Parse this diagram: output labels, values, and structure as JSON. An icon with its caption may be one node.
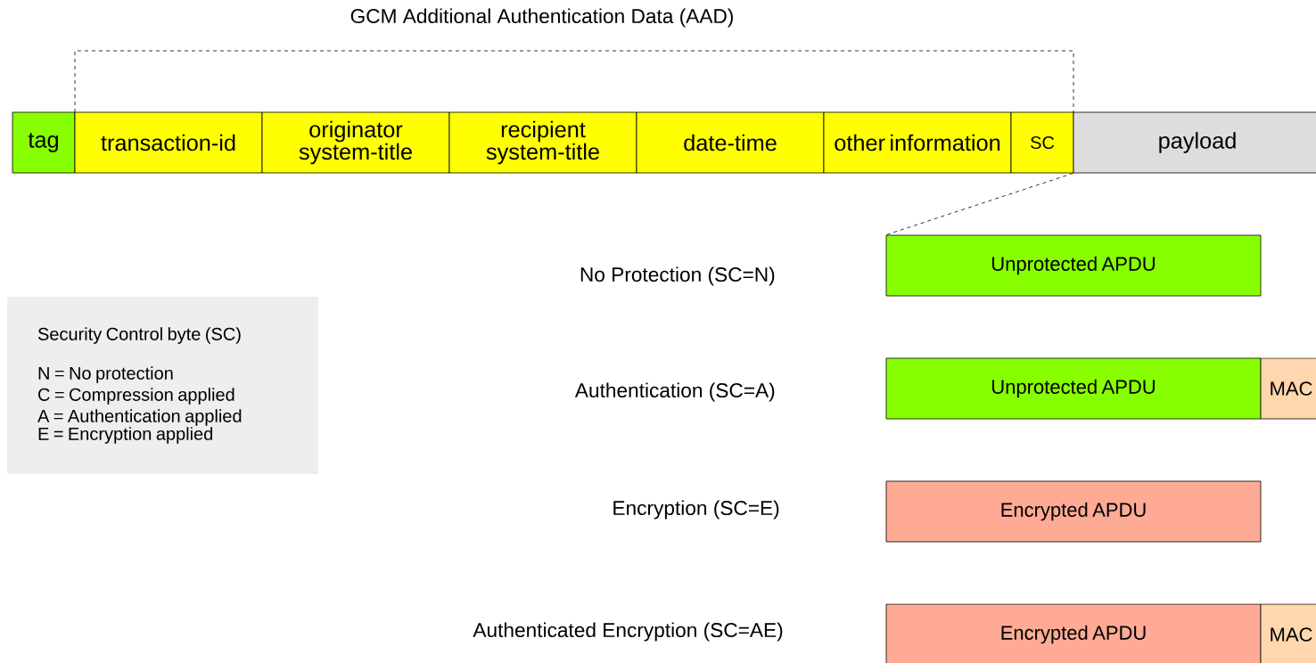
{
  "diagram": {
    "title": "GCM Additional Authentication Data (AAD)",
    "nodes": [
      {
        "text": [
          "tag"
        ]
      },
      {
        "text": [
          "transaction-id"
        ]
      },
      {
        "text": [
          "originator system-title"
        ]
      },
      {
        "text": [
          "recipient system-title"
        ]
      },
      {
        "text": [
          "date-time"
        ]
      },
      {
        "text": [
          "other information"
        ]
      },
      {
        "text": [
          "SC"
        ]
      },
      {
        "text": [
          "payload"
        ]
      },
      {
        "text": [
          "Unprotected APDU"
        ]
      },
      {
        "text": [
          "Unprotected APDU"
        ]
      },
      {
        "text": [
          "MAC"
        ]
      },
      {
        "text": [
          "Encrypted APDU"
        ]
      },
      {
        "text": [
          "Encrypted APDU"
        ]
      },
      {
        "text": [
          "MAC"
        ]
      },
      {
        "text": [
          "Security Control byte (SC)",
          "N = No protection",
          "C = Compression applied",
          "A = Authentication applied",
          "E = Encryption applied"
        ]
      }
    ],
    "edges": [
      {
        "from": 7,
        "to": 8,
        "arrow": "none",
        "style": "dashed"
      }
    ],
    "labels": [
      "No Protection (SC=N)",
      "Authentication (SC=A)",
      "Encryption (SC=E)",
      "Authenticated Encryption (SC=AE)"
    ]
  }
}
